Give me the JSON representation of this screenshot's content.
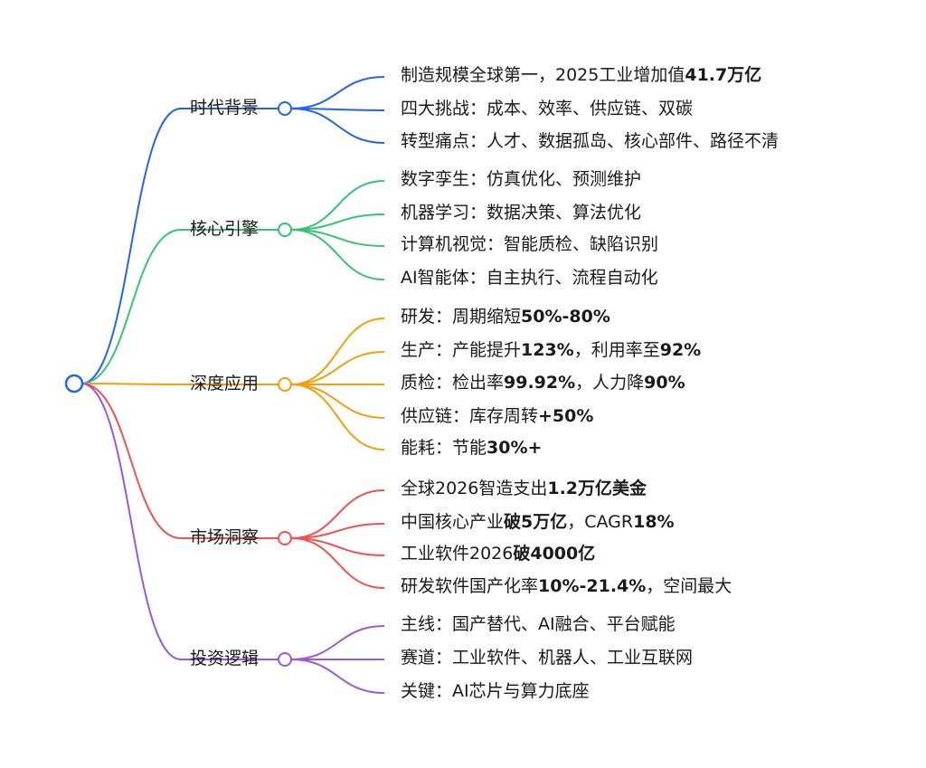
{
  "mindmap": {
    "branches": [
      {
        "label": "时代背景",
        "color": "#2563eb",
        "leaves": [
          [
            {
              "t": "制造规模全球第一，2025工业增加值"
            },
            {
              "t": "41.7万亿",
              "b": true
            }
          ],
          [
            {
              "t": "四大挑战：成本、效率、供应链、双碳"
            }
          ],
          [
            {
              "t": "转型痛点：人才、数据孤岛、核心部件、路径不清"
            }
          ]
        ]
      },
      {
        "label": "核心引擎",
        "color": "#34c473",
        "leaves": [
          [
            {
              "t": "数字孪生：仿真优化、预测维护"
            }
          ],
          [
            {
              "t": "机器学习：数据决策、算法优化"
            }
          ],
          [
            {
              "t": "计算机视觉：智能质检、缺陷识别"
            }
          ],
          [
            {
              "t": "AI智能体：自主执行、流程自动化"
            }
          ]
        ]
      },
      {
        "label": "深度应用",
        "color": "#f59e0b",
        "leaves": [
          [
            {
              "t": "研发：周期缩短"
            },
            {
              "t": "50%-80%",
              "b": true
            }
          ],
          [
            {
              "t": "生产：产能提升"
            },
            {
              "t": "123%",
              "b": true
            },
            {
              "t": "，利用率至"
            },
            {
              "t": "92%",
              "b": true
            }
          ],
          [
            {
              "t": "质检：检出率"
            },
            {
              "t": "99.92%",
              "b": true
            },
            {
              "t": "，人力降"
            },
            {
              "t": "90%",
              "b": true
            }
          ],
          [
            {
              "t": "供应链：库存周转"
            },
            {
              "t": "+50%",
              "b": true
            }
          ],
          [
            {
              "t": "能耗：节能"
            },
            {
              "t": "30%+",
              "b": true
            }
          ]
        ]
      },
      {
        "label": "市场洞察",
        "color": "#ef5350",
        "leaves": [
          [
            {
              "t": "全球2026智造支出"
            },
            {
              "t": "1.2万亿美金",
              "b": true
            }
          ],
          [
            {
              "t": "中国核心产业"
            },
            {
              "t": "破5万亿",
              "b": true
            },
            {
              "t": "，CAGR"
            },
            {
              "t": "18%",
              "b": true
            }
          ],
          [
            {
              "t": "工业软件2026"
            },
            {
              "t": "破4000亿",
              "b": true
            }
          ],
          [
            {
              "t": "研发软件国产化率"
            },
            {
              "t": "10%-21.4%",
              "b": true
            },
            {
              "t": "，空间最大"
            }
          ]
        ]
      },
      {
        "label": "投资逻辑",
        "color": "#9b59d6",
        "leaves": [
          [
            {
              "t": "主线：国产替代、AI融合、平台赋能"
            }
          ],
          [
            {
              "t": "赛道：工业软件、机器人、工业互联网"
            }
          ],
          [
            {
              "t": "关键：AI芯片与算力底座"
            }
          ]
        ]
      }
    ]
  },
  "colors": {
    "root": "#2563eb",
    "text": "#1a1a1a"
  }
}
